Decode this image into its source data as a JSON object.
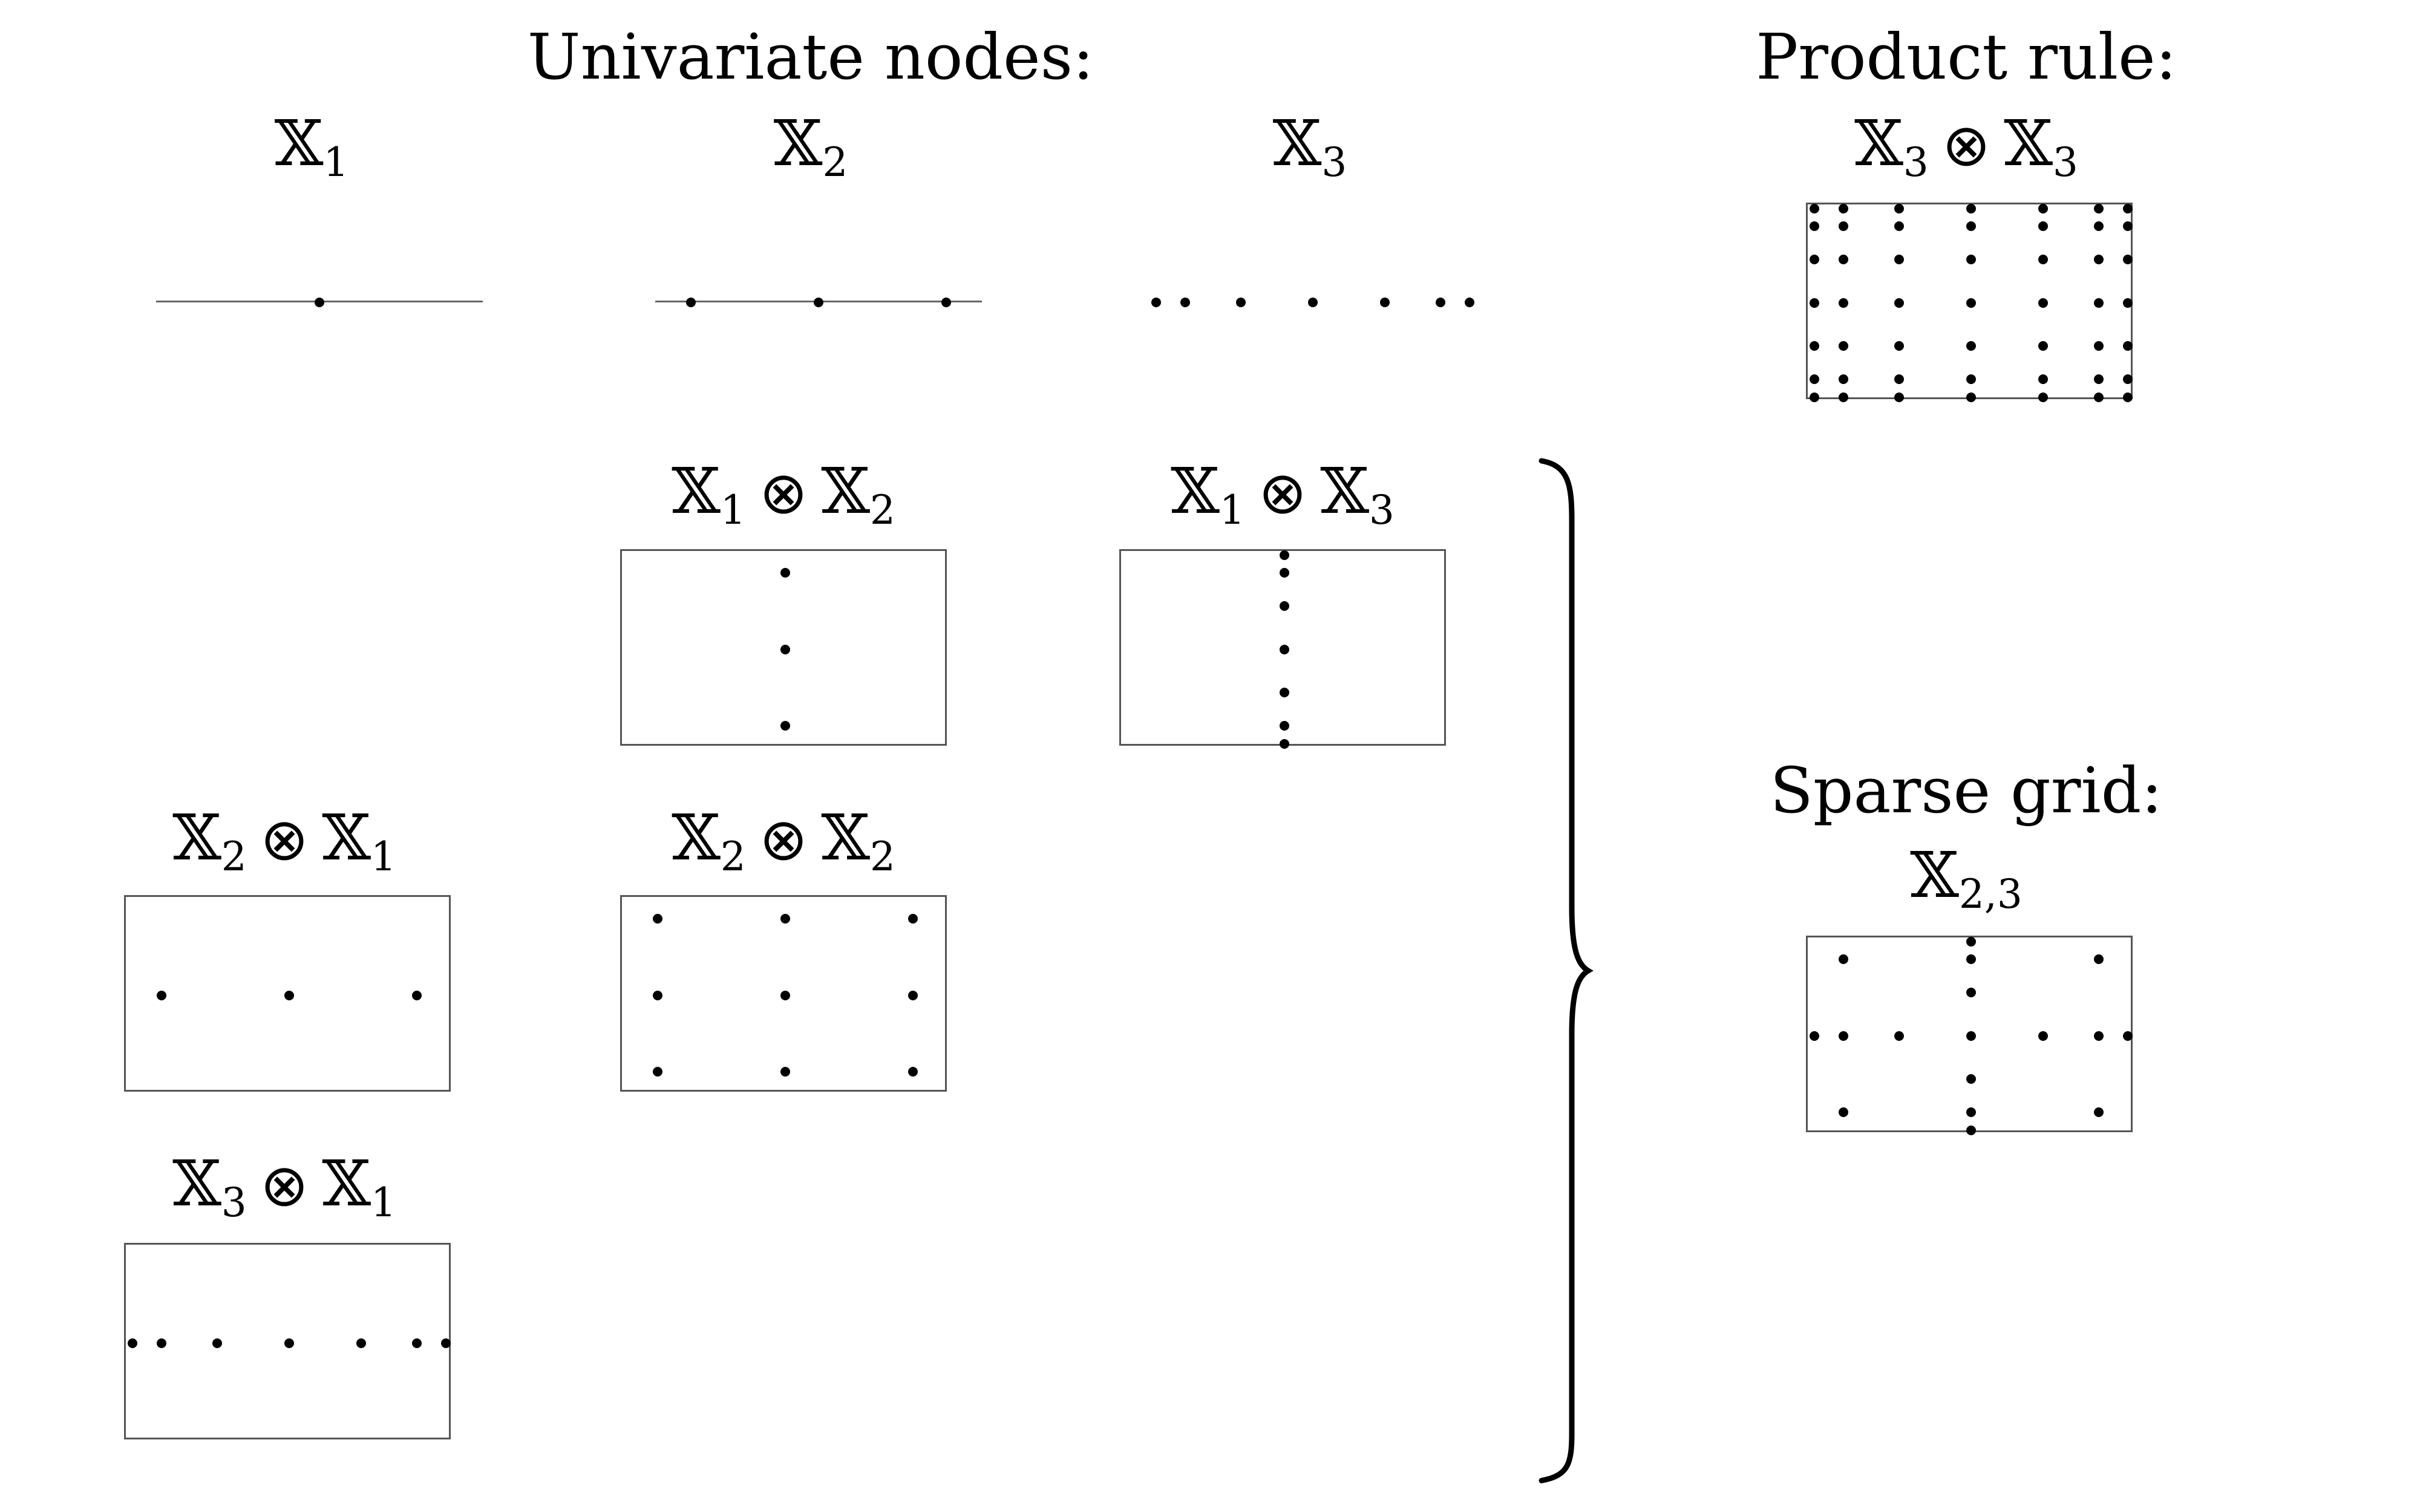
{
  "headings": {
    "univariate": "Univariate nodes:",
    "product_rule": "Product rule:",
    "sparse_grid": "Sparse grid:"
  },
  "symbol": "𝕏",
  "tensor": "⊗",
  "univariate": [
    {
      "sub": "1",
      "nodes": [
        0.5
      ]
    },
    {
      "sub": "2",
      "nodes": [
        0.11,
        0.5,
        0.89
      ]
    },
    {
      "sub": "3",
      "nodes": [
        0.02,
        0.11,
        0.28,
        0.5,
        0.72,
        0.89,
        0.98
      ]
    }
  ],
  "tensor_grids": [
    {
      "a": "1",
      "b": "2"
    },
    {
      "a": "1",
      "b": "3"
    },
    {
      "a": "2",
      "b": "1"
    },
    {
      "a": "2",
      "b": "2"
    },
    {
      "a": "3",
      "b": "1"
    }
  ],
  "product_rule_grid": {
    "a": "3",
    "b": "3"
  },
  "sparse_grid": {
    "sub": "2,3",
    "levels": [
      [
        1,
        3
      ],
      [
        2,
        2
      ],
      [
        3,
        1
      ]
    ]
  }
}
